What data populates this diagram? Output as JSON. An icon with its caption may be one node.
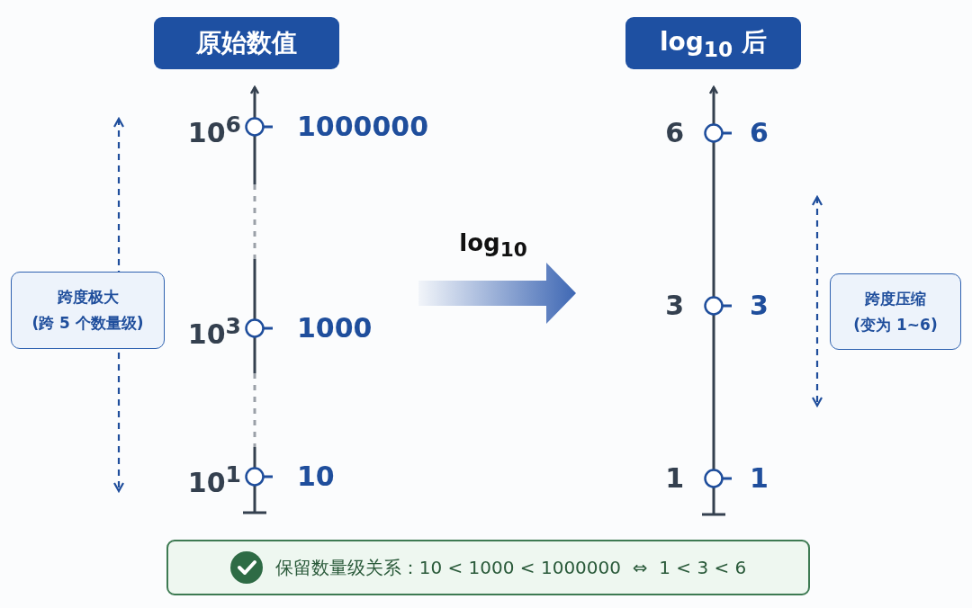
{
  "diagram": {
    "nodes": [
      {
        "text": [
          "原始数值"
        ]
      },
      {
        "text": [
          "log$_{10}$ 后"
        ]
      },
      {
        "text": [
          "跨度极大",
          "(跨 5 个数量级)"
        ]
      },
      {
        "text": [
          "跨度压缩",
          "(变为 1~6)"
        ]
      },
      {
        "text": [
          "保留数量级关系：10 < 1000 < 1000000  ⇔  1 < 3 < 6"
        ]
      }
    ],
    "edges": [],
    "labels": [
      "10$^{6}$",
      "1000000",
      "10$^{3}$",
      "1000",
      "10$^{1}$",
      "10",
      "log$_{10}$",
      "6",
      "6",
      "3",
      "3",
      "1",
      "1"
    ]
  }
}
